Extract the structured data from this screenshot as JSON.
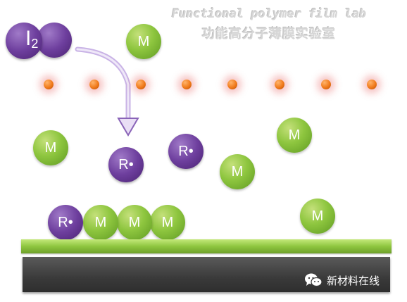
{
  "watermark": {
    "english": "Functional polymer film lab",
    "chinese": "功能高分子薄膜实验室"
  },
  "iodine": {
    "letter": "I",
    "subscript": "2"
  },
  "labels": {
    "monomer": "M",
    "radical": "R•"
  },
  "source": {
    "name": "新材料在线",
    "icon": "wechat-icon"
  },
  "colors": {
    "monomer": "#8ec63f",
    "radical": "#6e3f9e",
    "iodine_dot": "#f07a1a",
    "film": "#8ec63f",
    "substrate": "#3c3c3c"
  }
}
